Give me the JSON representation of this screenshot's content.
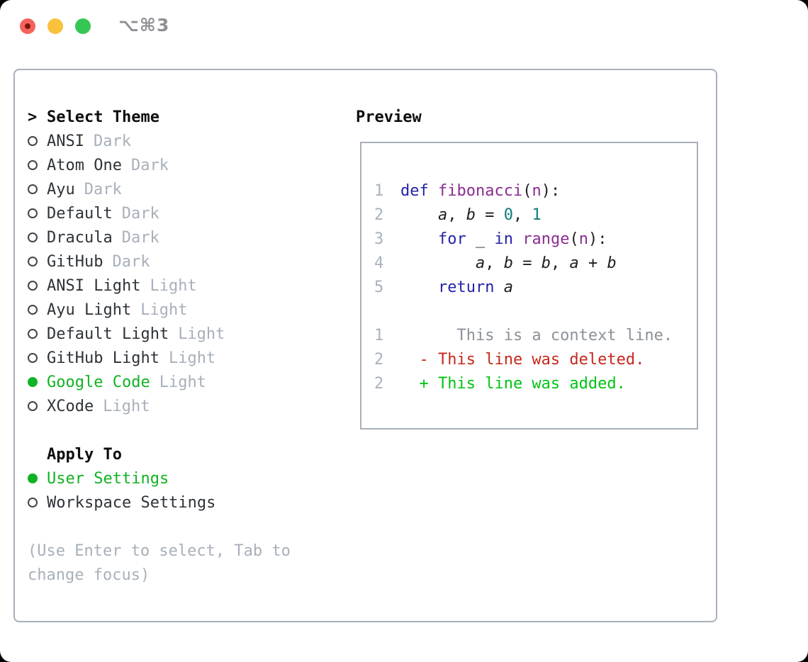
{
  "window": {
    "title": "⌥⌘3",
    "traffic_lights": [
      {
        "name": "close",
        "color": "#f3635b",
        "has_inner_dot": true
      },
      {
        "name": "minimize",
        "color": "#f9c13c",
        "has_inner_dot": false
      },
      {
        "name": "zoom",
        "color": "#35c754",
        "has_inner_dot": false
      }
    ]
  },
  "theme_selector": {
    "cursor": ">",
    "title": "Select Theme",
    "themes": [
      {
        "name": "ANSI",
        "variant": "Dark",
        "selected": false
      },
      {
        "name": "Atom One",
        "variant": "Dark",
        "selected": false
      },
      {
        "name": "Ayu",
        "variant": "Dark",
        "selected": false
      },
      {
        "name": "Default",
        "variant": "Dark",
        "selected": false
      },
      {
        "name": "Dracula",
        "variant": "Dark",
        "selected": false
      },
      {
        "name": "GitHub",
        "variant": "Dark",
        "selected": false
      },
      {
        "name": "ANSI Light",
        "variant": "Light",
        "selected": false
      },
      {
        "name": "Ayu Light",
        "variant": "Light",
        "selected": false
      },
      {
        "name": "Default Light",
        "variant": "Light",
        "selected": false
      },
      {
        "name": "GitHub Light",
        "variant": "Light",
        "selected": false
      },
      {
        "name": "Google Code",
        "variant": "Light",
        "selected": true
      },
      {
        "name": "XCode",
        "variant": "Light",
        "selected": false
      }
    ],
    "apply_to": {
      "title": "Apply To",
      "options": [
        {
          "name": "User Settings",
          "selected": true
        },
        {
          "name": "Workspace Settings",
          "selected": false
        }
      ]
    },
    "hint_lines": [
      "(Use Enter to select, Tab to",
      "change focus)"
    ]
  },
  "preview": {
    "title": "Preview",
    "lines": [
      {
        "number": "",
        "tokens": []
      },
      {
        "number": "1",
        "tokens": [
          {
            "t": "def",
            "c": "kw"
          },
          {
            "t": " ",
            "c": "pl"
          },
          {
            "t": "fibonacci",
            "c": "fn"
          },
          {
            "t": "(",
            "c": "pl"
          },
          {
            "t": "n",
            "c": "fn"
          },
          {
            "t": "):",
            "c": "pl"
          }
        ]
      },
      {
        "number": "2",
        "tokens": [
          {
            "t": "    ",
            "c": "pl"
          },
          {
            "t": "a",
            "c": "vr"
          },
          {
            "t": ", ",
            "c": "pl"
          },
          {
            "t": "b",
            "c": "vr"
          },
          {
            "t": " = ",
            "c": "pl"
          },
          {
            "t": "0",
            "c": "nm"
          },
          {
            "t": ", ",
            "c": "pl"
          },
          {
            "t": "1",
            "c": "nm"
          }
        ]
      },
      {
        "number": "3",
        "tokens": [
          {
            "t": "    ",
            "c": "pl"
          },
          {
            "t": "for",
            "c": "kw"
          },
          {
            "t": " _ ",
            "c": "pl"
          },
          {
            "t": "in",
            "c": "kw"
          },
          {
            "t": " ",
            "c": "pl"
          },
          {
            "t": "range",
            "c": "fn"
          },
          {
            "t": "(",
            "c": "pl"
          },
          {
            "t": "n",
            "c": "fn"
          },
          {
            "t": "):",
            "c": "pl"
          }
        ]
      },
      {
        "number": "4",
        "tokens": [
          {
            "t": "        ",
            "c": "pl"
          },
          {
            "t": "a",
            "c": "vr"
          },
          {
            "t": ", ",
            "c": "pl"
          },
          {
            "t": "b",
            "c": "vr"
          },
          {
            "t": " = ",
            "c": "pl"
          },
          {
            "t": "b",
            "c": "vr"
          },
          {
            "t": ", ",
            "c": "pl"
          },
          {
            "t": "a",
            "c": "vr"
          },
          {
            "t": " + ",
            "c": "pl"
          },
          {
            "t": "b",
            "c": "vr"
          }
        ]
      },
      {
        "number": "5",
        "tokens": [
          {
            "t": "    ",
            "c": "pl"
          },
          {
            "t": "return",
            "c": "kw"
          },
          {
            "t": " ",
            "c": "pl"
          },
          {
            "t": "a",
            "c": "vr"
          }
        ]
      },
      {
        "number": "",
        "tokens": []
      },
      {
        "number": "1",
        "tokens": [
          {
            "t": "      This is a context line.",
            "c": "ctx"
          }
        ]
      },
      {
        "number": "2",
        "tokens": [
          {
            "t": "  - This line was deleted.",
            "c": "del"
          }
        ]
      },
      {
        "number": "2",
        "tokens": [
          {
            "t": "  + This line was added.",
            "c": "add"
          }
        ]
      }
    ]
  },
  "colors": {
    "selection_green": "#10b323",
    "keyword_blue": "#2323a8",
    "function_purple": "#8b2d91",
    "number_teal": "#0c7d7d",
    "diff_added_green": "#00c414",
    "diff_deleted_red": "#c6281c",
    "diff_context_gray": "#8b9299",
    "muted_gray": "#a8b0bb",
    "line_number_gray": "#a8b2bd",
    "text_dark": "#2e3338",
    "heading_black": "#0d0e10",
    "panel_border": "#a7afba",
    "window_title_gray": "#8e9095",
    "close_inner_dot": "#7d150e"
  }
}
